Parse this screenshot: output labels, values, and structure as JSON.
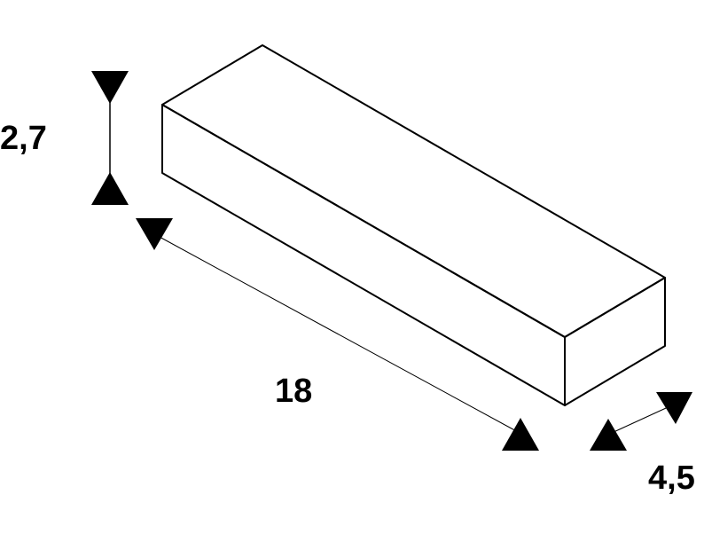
{
  "dimensions": {
    "height": "2,7",
    "length": "18",
    "width": "4,5"
  },
  "colors": {
    "line": "#000000",
    "background": "#ffffff"
  }
}
